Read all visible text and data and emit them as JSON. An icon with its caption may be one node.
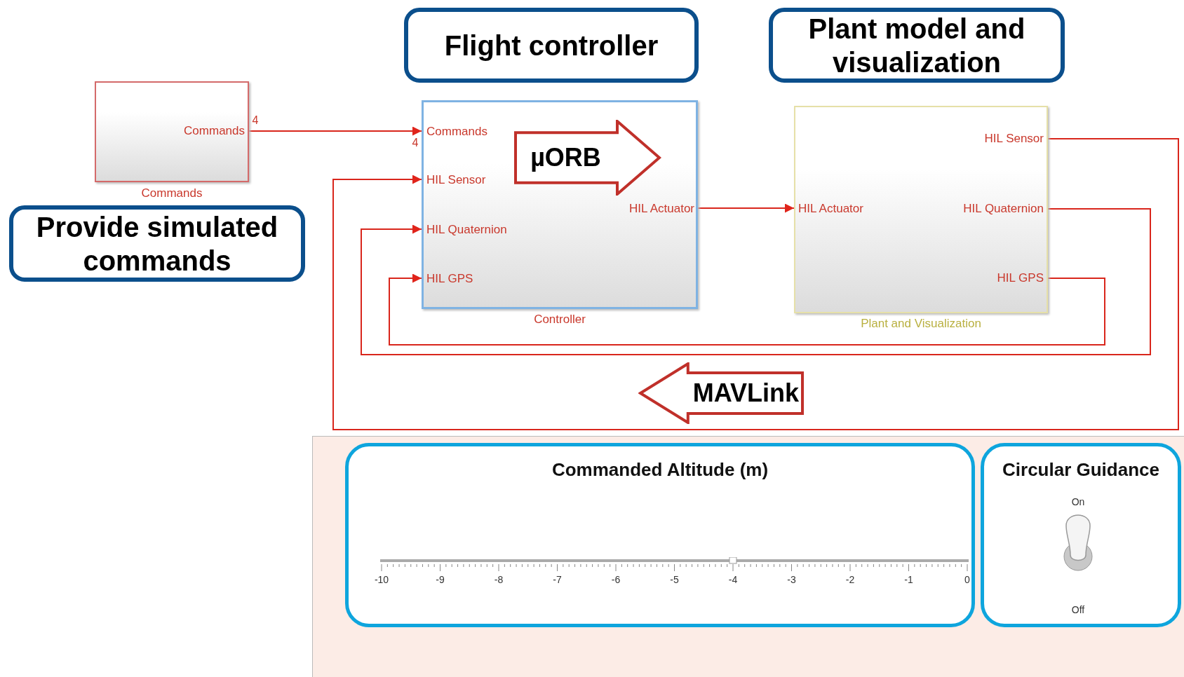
{
  "diagram": {
    "nodes": [
      {
        "text": [
          "Flight controller"
        ]
      },
      {
        "text": [
          "Plant model and visualization"
        ]
      },
      {
        "text": [],
        "shape": "box",
        "beside": [
          "Commands"
        ]
      },
      {
        "text": [
          "Commands"
        ],
        "in": 2
      },
      {
        "text": [
          "Provide simulated commands"
        ]
      },
      {
        "text": [],
        "shape": "box",
        "beside": [
          "Controller"
        ]
      },
      {
        "text": [
          "Commands"
        ],
        "in": 5
      },
      {
        "text": [
          "HIL Sensor"
        ],
        "in": 5
      },
      {
        "text": [
          "HIL Quaternion"
        ],
        "in": 5
      },
      {
        "text": [
          "HIL GPS"
        ],
        "in": 5
      },
      {
        "text": [
          "HIL Actuator"
        ],
        "in": 5
      },
      {
        "text": [
          "µORB"
        ],
        "in": 5
      },
      {
        "text": [],
        "shape": "box",
        "beside": [
          "Plant and Visualization"
        ]
      },
      {
        "text": [
          "HIL Actuator"
        ],
        "in": 12
      },
      {
        "text": [
          "HIL Sensor"
        ],
        "in": 12
      },
      {
        "text": [
          "HIL Quaternion"
        ],
        "in": 12
      },
      {
        "text": [
          "HIL GPS"
        ],
        "in": 12
      },
      {
        "text": [
          "MAVLink"
        ]
      },
      {
        "text": [],
        "shape": "box"
      },
      {
        "text": [
          "Commanded Altitude (m)"
        ],
        "in": 18
      },
      {
        "text": [
          "Circular Guidance"
        ],
        "in": 18
      }
    ],
    "edges": [
      {
        "from": 3,
        "to": 6,
        "arrow": "to"
      },
      {
        "from": 10,
        "to": 13,
        "arrow": "to"
      },
      {
        "from": 14,
        "to": 7,
        "arrow": "to"
      },
      {
        "from": 15,
        "to": 8,
        "arrow": "to"
      },
      {
        "from": 16,
        "to": 9,
        "arrow": "to"
      }
    ],
    "labels": [
      "4",
      "4",
      "-10",
      "-9",
      "-8",
      "-7",
      "-6",
      "-5",
      "-4",
      "-3",
      "-2",
      "-1",
      "0",
      "On",
      "Off"
    ]
  }
}
